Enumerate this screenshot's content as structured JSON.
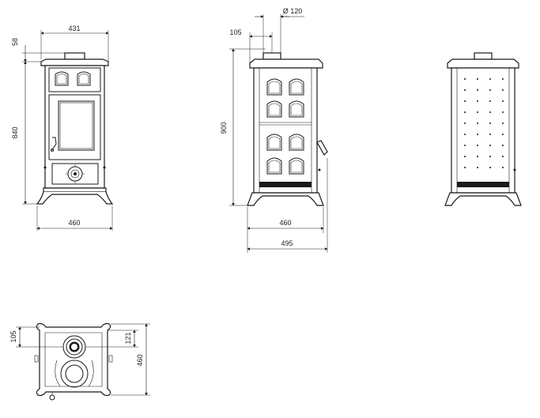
{
  "dimensions": {
    "front_width_top": "431",
    "front_top_height": "58",
    "front_height": "840",
    "front_width_base": "460",
    "side_flue_offset": "105",
    "side_flue_diameter": "Ø 120",
    "side_height": "900",
    "side_depth_base": "460",
    "side_depth_total": "495",
    "top_flue_offset_left": "105",
    "top_flue_offset_right": "121",
    "top_depth": "460"
  }
}
